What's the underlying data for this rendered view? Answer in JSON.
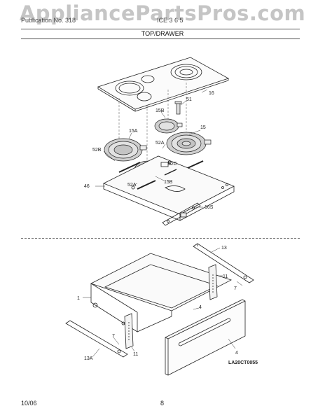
{
  "watermark": "AppliancePartsPros.com",
  "header": {
    "left": "Publication No. 318",
    "right": "ICE 3 6 5"
  },
  "section_title": "TOP/DRAWER",
  "labels": {
    "l16": "16",
    "l51": "51",
    "l15B": "15B",
    "l15A": "15A",
    "l15": "15",
    "l52B": "52B",
    "l52A": "52A",
    "l52C": "52C",
    "l15Bb": "15B",
    "l52Ab": "52A",
    "l46": "46",
    "l16S": "16S",
    "l13": "13",
    "l11a": "11",
    "l7a": "7",
    "l1": "1",
    "l4a": "4",
    "l7b": "7",
    "l11b": "11",
    "l13A": "13A",
    "l4b": "4"
  },
  "diagram_code": "LA20CT0055",
  "footer": {
    "date": "10/06",
    "page": "8"
  }
}
